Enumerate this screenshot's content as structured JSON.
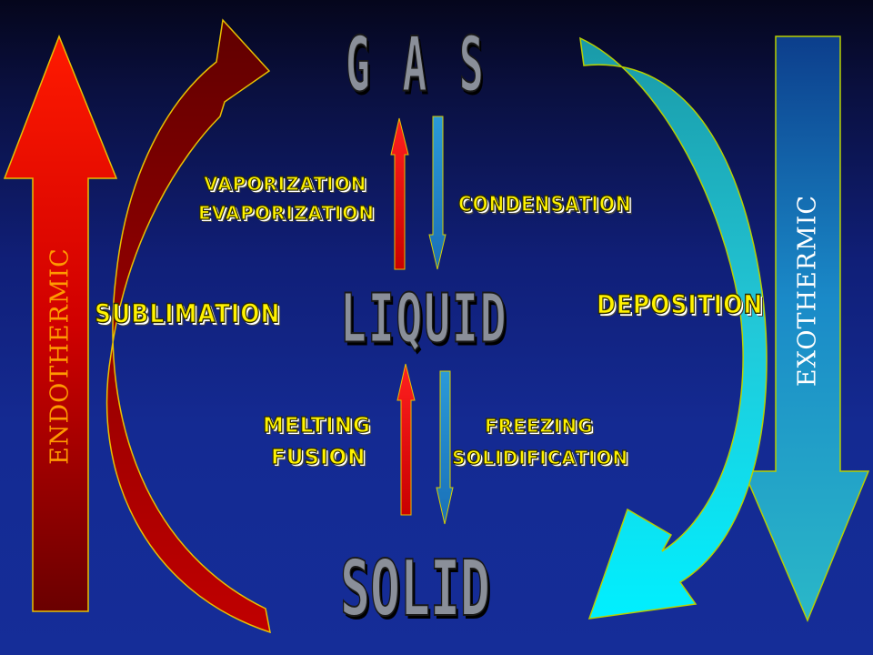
{
  "diagram": {
    "states": {
      "gas": "G A S",
      "liquid": "LIQUID",
      "solid": "SOLID"
    },
    "processes": {
      "vaporization": "VAPORIZATION",
      "evaporization": "EVAPORIZATION",
      "condensation": "CONDENSATION",
      "sublimation": "SUBLIMATION",
      "deposition": "DEPOSITION",
      "melting": "MELTING",
      "fusion": "FUSION",
      "freezing": "FREEZING",
      "solidification": "SOLIDIFICATION"
    },
    "sides": {
      "endothermic": "ENDOTHERMIC",
      "exothermic": "EXOTHERMIC"
    },
    "colors": {
      "background": "#152d98",
      "endothermic_arrow": "#e00000",
      "exothermic_arrow": "#1a9ad4",
      "sublimation_arrow": "#8a0000",
      "deposition_arrow": "#1ec8d8",
      "process_text": "#fff200",
      "state_text": "#8a8f99",
      "endothermic_text": "#ff9a00",
      "exothermic_text": "#ffffff"
    },
    "icons": [
      "up-arrow-icon",
      "down-arrow-icon",
      "curved-arrow-icon"
    ]
  }
}
